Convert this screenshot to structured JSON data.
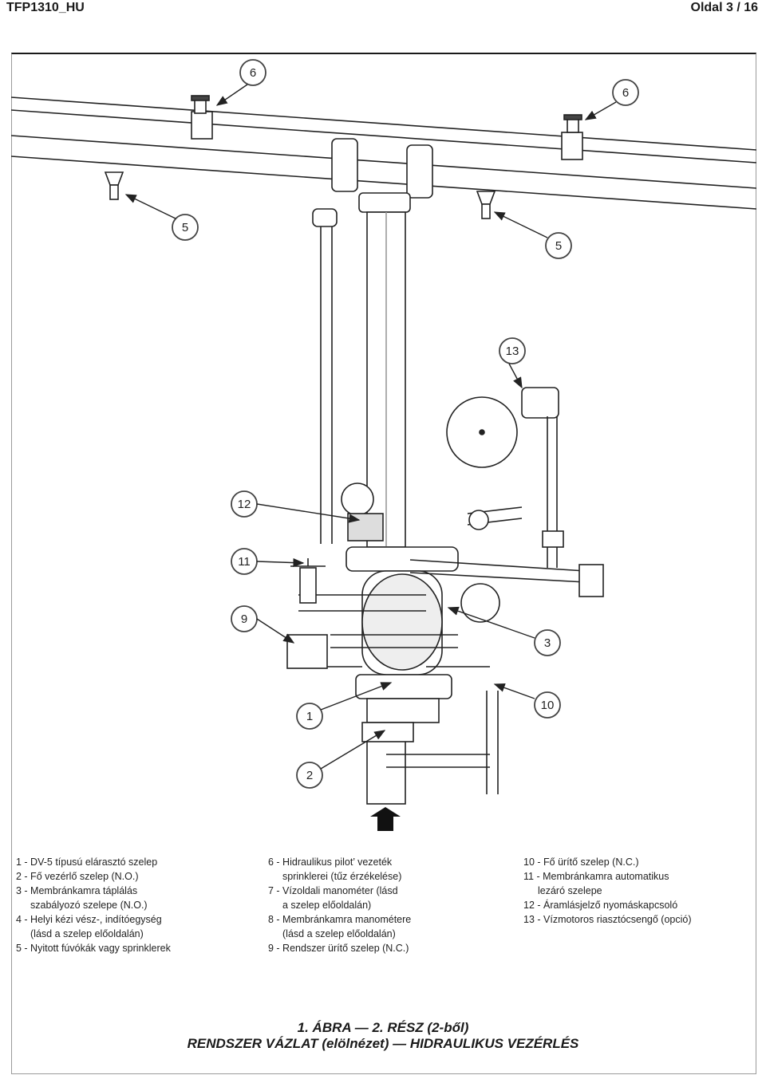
{
  "header": {
    "doc_id": "TFP1310_HU",
    "page": "Oldal 3 / 16"
  },
  "callouts": {
    "c6a": "6",
    "c6b": "6",
    "c5a": "5",
    "c5b": "5",
    "c13": "13",
    "c12": "12",
    "c11": "11",
    "c9": "9",
    "c3": "3",
    "c10": "10",
    "c1": "1",
    "c2": "2"
  },
  "legend": {
    "col1": [
      "1 - DV-5 típusú elárasztó szelep",
      "2 - Fő vezérlő szelep (N.O.)",
      "3 - Membránkamra táplálás",
      "szabályozó szelepe (N.O.)",
      "4 - Helyi kézi vész-, indítóegység",
      "(lásd a szelep előoldalán)",
      "5 - Nyitott fúvókák vagy sprinklerek"
    ],
    "col2": [
      "6 - Hidraulikus pilot’ vezeték",
      "sprinklerei (tűz érzékelése)",
      "7 - Vízoldali manométer (lásd",
      "a szelep előoldalán)",
      "8 - Membránkamra manométere",
      "(lásd a szelep előoldalán)",
      "9 - Rendszer ürítő szelep (N.C.)"
    ],
    "col3": [
      "10 - Fő ürítő szelep (N.C.)",
      "11 - Membránkamra automatikus",
      "lezáró szelepe",
      "12 - Áramlásjelző nyomáskapcsoló",
      "13 - Vízmotoros riasztócsengő (opció)"
    ]
  },
  "caption": {
    "line1": "1. ÁBRA — 2. RÉSZ (2-ből)",
    "line2": "RENDSZER VÁZLAT (elölnézet) — HIDRAULIKUS VEZÉRLÉS"
  }
}
